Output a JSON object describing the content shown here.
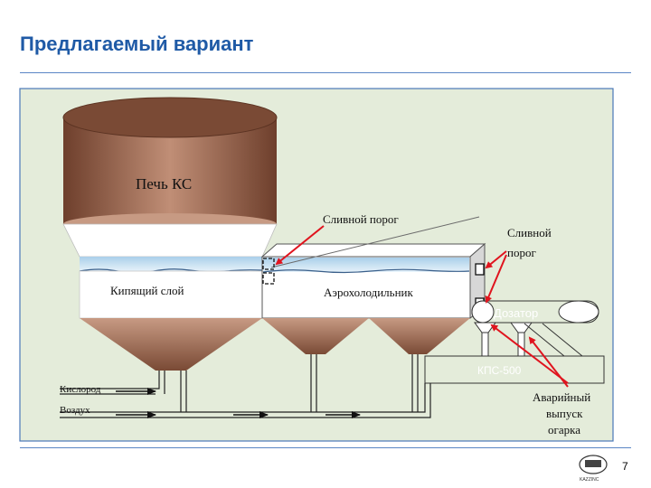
{
  "slide": {
    "title": "Предлагаемый вариант",
    "page_number": "7",
    "logo_text": "KAZZINC"
  },
  "labels": {
    "furnace": "Печь КС",
    "fluid_bed": "Кипящий слой",
    "air_cooler": "Аэрохолодильник",
    "overflow_threshold_left": "Сливной порог",
    "overflow_threshold_right_line1": "Сливной",
    "overflow_threshold_right_line2": "порог",
    "dispenser": "Дозатор",
    "conveyor": "КПС-500",
    "oxygen": "Кислород",
    "air": "Воздух",
    "emergency_line1": "Аварийный",
    "emergency_line2": "выпуск",
    "emergency_line3": "огарка"
  },
  "colors": {
    "title": "#1f5aa6",
    "panel_bg": "#e4ecda",
    "furnace_top": "#7a4a35",
    "furnace_bottom": "#c99a84",
    "water": "#b9d9ef",
    "arrow_red": "#e0141e",
    "rule": "#5a86c5"
  }
}
